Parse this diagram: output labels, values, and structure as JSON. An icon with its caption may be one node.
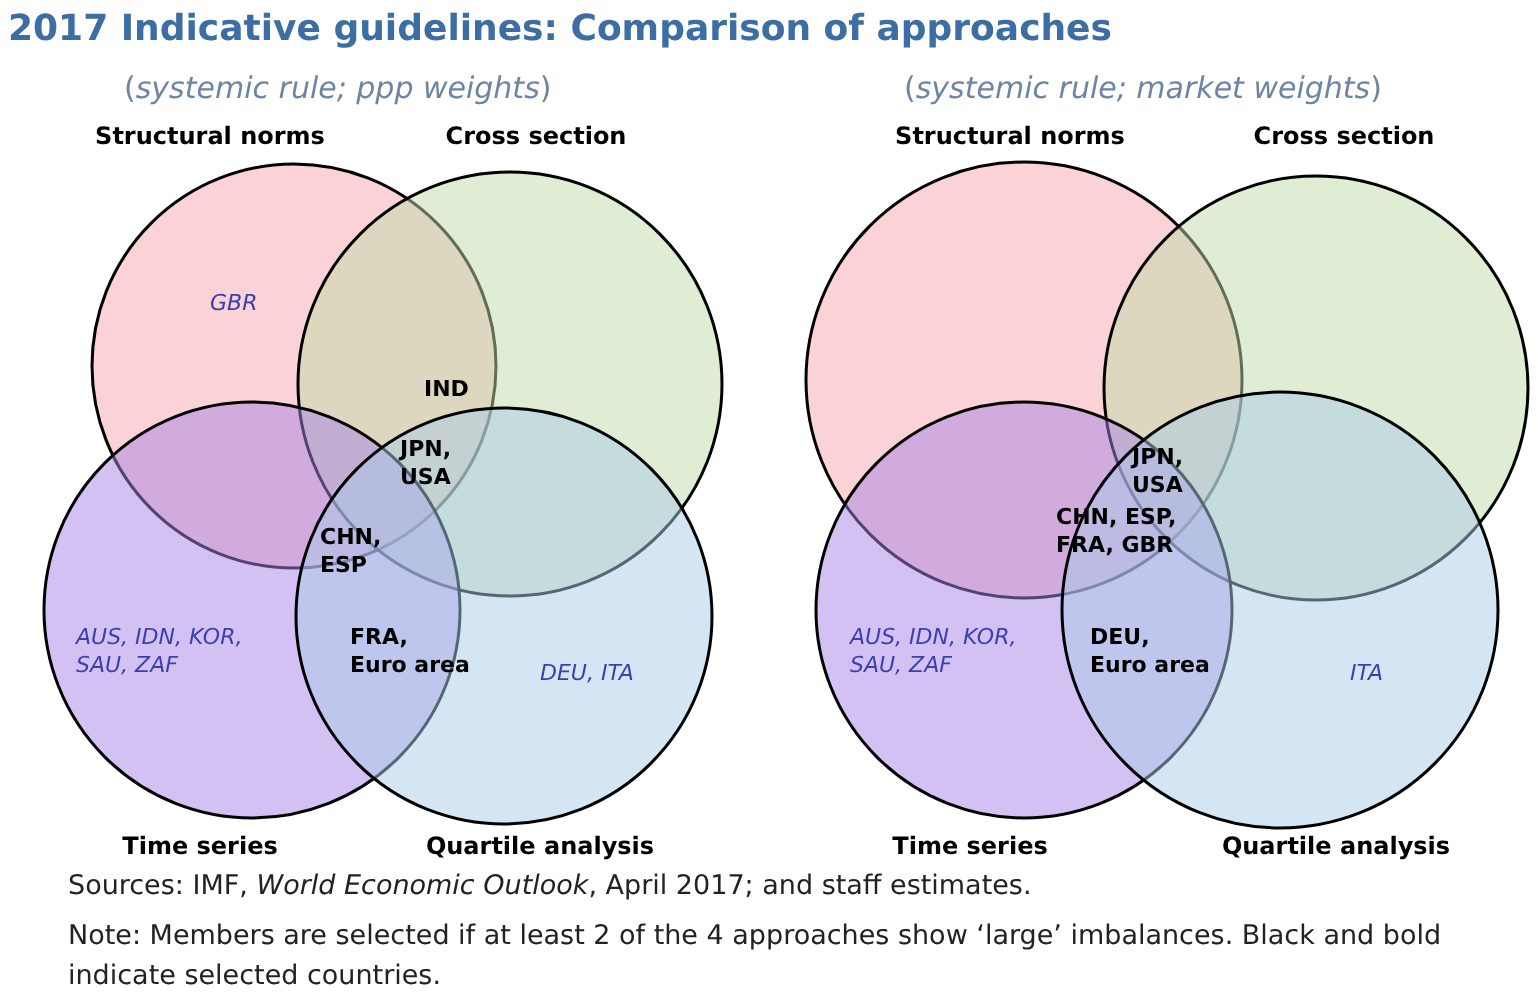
{
  "diagram": {
    "title": "2017 Indicative guidelines: Comparison of approaches",
    "nodes": [
      {
        "text": [
          "Structural norms"
        ]
      },
      {
        "text": [
          "Cross section"
        ]
      },
      {
        "text": [
          "Time series"
        ]
      },
      {
        "text": [
          "Quartile analysis"
        ]
      },
      {
        "text": [
          "Structural norms"
        ]
      },
      {
        "text": [
          "Cross section"
        ]
      },
      {
        "text": [
          "Time series"
        ]
      },
      {
        "text": [
          "Quartile analysis"
        ]
      }
    ],
    "labels": [
      "(*systemic rule; ppp weights*)",
      "(*systemic rule; market weights*)",
      "GBR",
      "IND",
      "JPN, USA",
      "CHN, ESP",
      "AUS, IDN, KOR, SAU, ZAF",
      "FRA, Euro area",
      "DEU, ITA",
      "JPN, USA",
      "CHN, ESP, FRA, GBR",
      "AUS, IDN, KOR, SAU, ZAF",
      "DEU, Euro area",
      "ITA",
      "Sources: IMF, *World Economic Outlook*, April 2017; and staff estimates.",
      "Note: Members are selected if at least 2 of the 4 approaches show ‘large’ imbalances. Black and bold indicate selected countries."
    ]
  }
}
